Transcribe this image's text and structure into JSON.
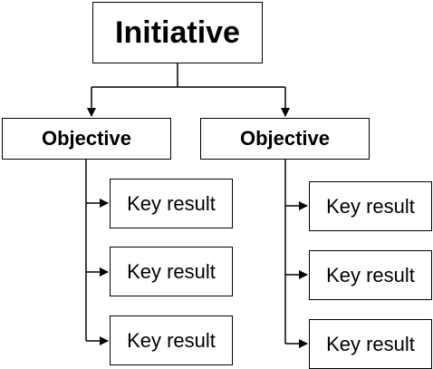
{
  "initiative": {
    "label": "Initiative"
  },
  "objectives": [
    {
      "label": "Objective",
      "key_results": [
        "Key result",
        "Key result",
        "Key result"
      ]
    },
    {
      "label": "Objective",
      "key_results": [
        "Key result",
        "Key result",
        "Key result"
      ]
    }
  ]
}
